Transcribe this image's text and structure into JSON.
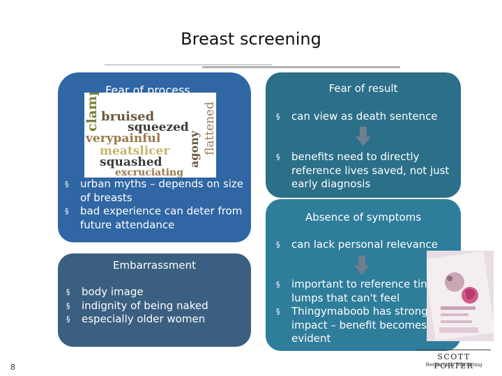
{
  "title": "Breast screening",
  "fear_process": {
    "heading": "Fear of process",
    "bullets": [
      "urban myths – depends on size of breasts",
      "bad experience can deter from future attendance"
    ],
    "word_cloud": [
      "clamp",
      "flattened",
      "bruised",
      "squeezed",
      "verypainful",
      "agony",
      "meatslicer",
      "squashed",
      "excruciating"
    ]
  },
  "fear_result": {
    "heading": "Fear of result",
    "bullets_top": [
      "can view as death sentence"
    ],
    "bullets_bottom": [
      "benefits need to directly reference lives saved, not just early diagnosis"
    ]
  },
  "absence": {
    "heading": "Absence of symptoms",
    "bullets_top": [
      "can lack personal relevance"
    ],
    "bullets_bottom": [
      "important to reference tiny lumps that can't feel",
      "Thingymaboob has strong impact – benefit becomes evident"
    ]
  },
  "embarrassment": {
    "heading": "Embarrassment",
    "bullets": [
      "body image",
      "indignity of being naked",
      "especially older women"
    ]
  },
  "bullet_marker": "§",
  "logo": {
    "name": "SCOTT PORTER",
    "tagline": "Research & Marketing"
  },
  "page_number": "8",
  "colors": {
    "fear_process": "#2f66a3",
    "fear_result": "#2b6f88",
    "absence": "#2e7d9a",
    "embarrassment": "#3b5f80",
    "arrow": "#6d7f90"
  }
}
